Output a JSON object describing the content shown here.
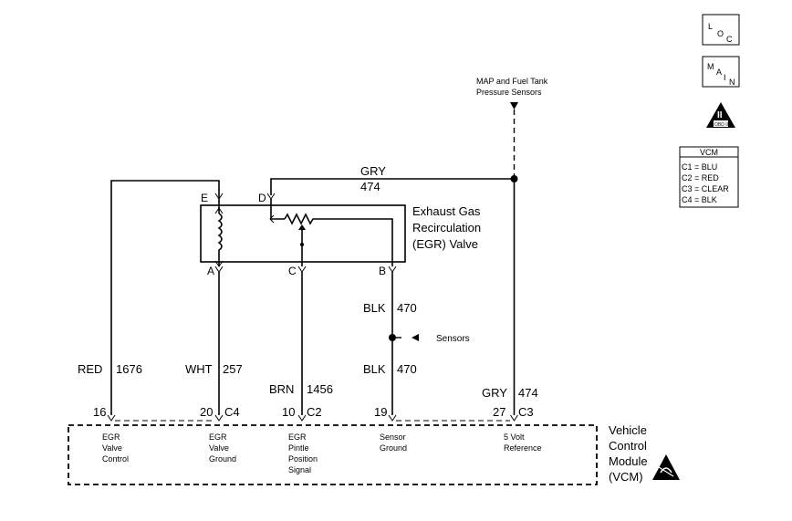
{
  "header": {
    "loc_icon": "LOC",
    "main_icon": "MAIN",
    "obd_icon": "OBD II"
  },
  "vcm_legend": {
    "title": "VCM",
    "rows": [
      "C1 = BLU",
      "C2 = RED",
      "C3 = CLEAR",
      "C4 = BLK"
    ]
  },
  "map_sensor_label": [
    "MAP and Fuel Tank",
    "Pressure Sensors"
  ],
  "top_wire": {
    "color": "GRY",
    "circuit": "474"
  },
  "egr_valve": {
    "name": [
      "Exhaust Gas",
      "Recirculation",
      "(EGR) Valve"
    ],
    "top_pins": [
      "E",
      "D"
    ],
    "bottom_pins": [
      "A",
      "C",
      "B"
    ]
  },
  "sensors_label": "Sensors",
  "wires": [
    {
      "color": "RED",
      "circuit": "1676"
    },
    {
      "color": "WHT",
      "circuit": "257"
    },
    {
      "color": "BRN",
      "circuit": "1456"
    },
    {
      "color": "BLK",
      "circuit": "470"
    },
    {
      "color": "BLK",
      "circuit": "470"
    },
    {
      "color": "GRY",
      "circuit": "474"
    }
  ],
  "vcm_pins": [
    {
      "pin": "16",
      "connector": ""
    },
    {
      "pin": "20",
      "connector": "C4"
    },
    {
      "pin": "10",
      "connector": "C2"
    },
    {
      "pin": "19",
      "connector": ""
    },
    {
      "pin": "27",
      "connector": "C3"
    }
  ],
  "vcm_functions": [
    [
      "EGR",
      "Valve",
      "Control"
    ],
    [
      "EGR",
      "Valve",
      "Ground"
    ],
    [
      "EGR",
      "Pintle",
      "Position",
      "Signal"
    ],
    [
      "Sensor",
      "Ground"
    ],
    [
      "5 Volt",
      "Reference"
    ]
  ],
  "vcm_module": [
    "Vehicle",
    "Control",
    "Module",
    "(VCM)"
  ]
}
